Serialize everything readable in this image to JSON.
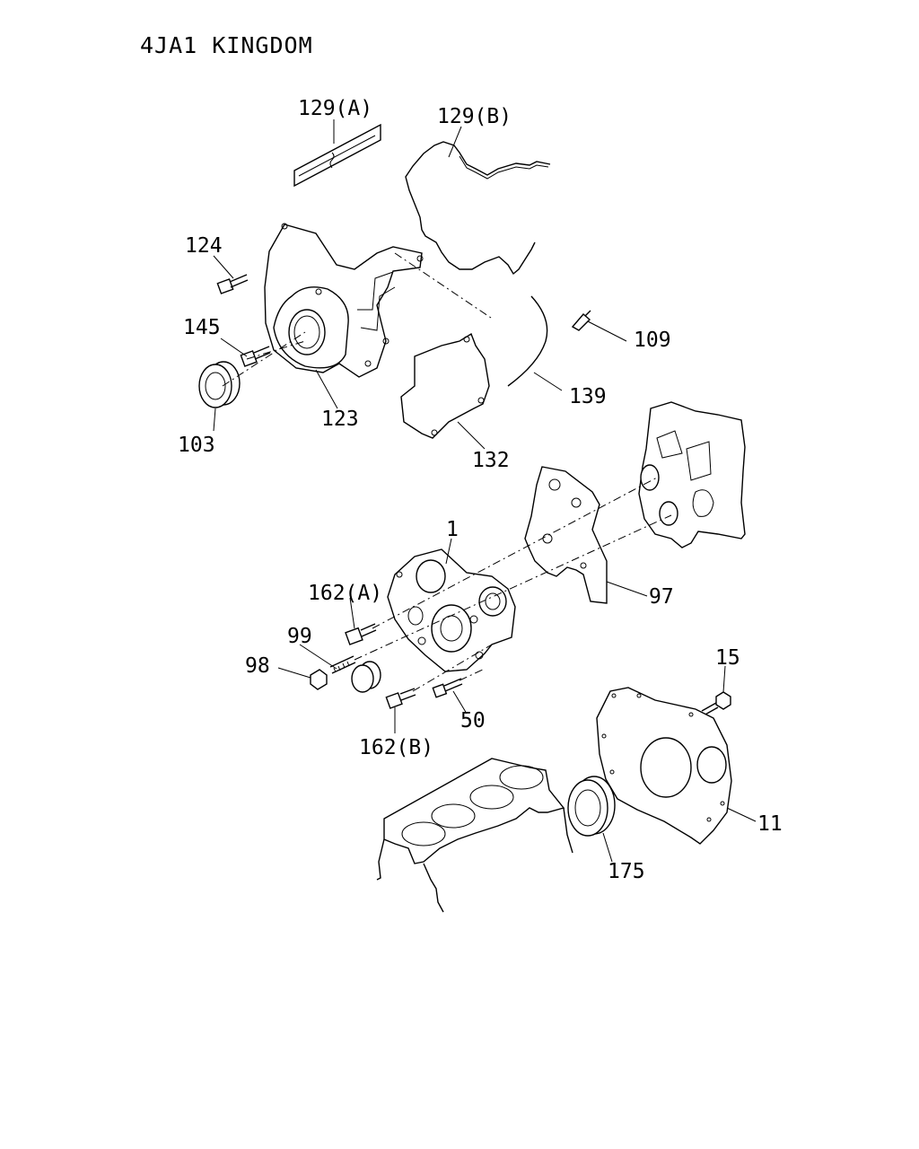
{
  "title": "4JA1 KINGDOM",
  "callouts": [
    {
      "key": "c129a",
      "text": "129(A)"
    },
    {
      "key": "c129b",
      "text": "129(B)"
    },
    {
      "key": "c124",
      "text": "124"
    },
    {
      "key": "c145",
      "text": "145"
    },
    {
      "key": "c109",
      "text": "109"
    },
    {
      "key": "c139",
      "text": "139"
    },
    {
      "key": "c123",
      "text": "123"
    },
    {
      "key": "c103",
      "text": "103"
    },
    {
      "key": "c132",
      "text": "132"
    },
    {
      "key": "c1",
      "text": "1"
    },
    {
      "key": "c162a",
      "text": "162(A)"
    },
    {
      "key": "c97",
      "text": "97"
    },
    {
      "key": "c99",
      "text": "99"
    },
    {
      "key": "c98",
      "text": "98"
    },
    {
      "key": "c15",
      "text": "15"
    },
    {
      "key": "c50",
      "text": "50"
    },
    {
      "key": "c162b",
      "text": "162(B)"
    },
    {
      "key": "c11",
      "text": "11"
    },
    {
      "key": "c175",
      "text": "175"
    }
  ]
}
